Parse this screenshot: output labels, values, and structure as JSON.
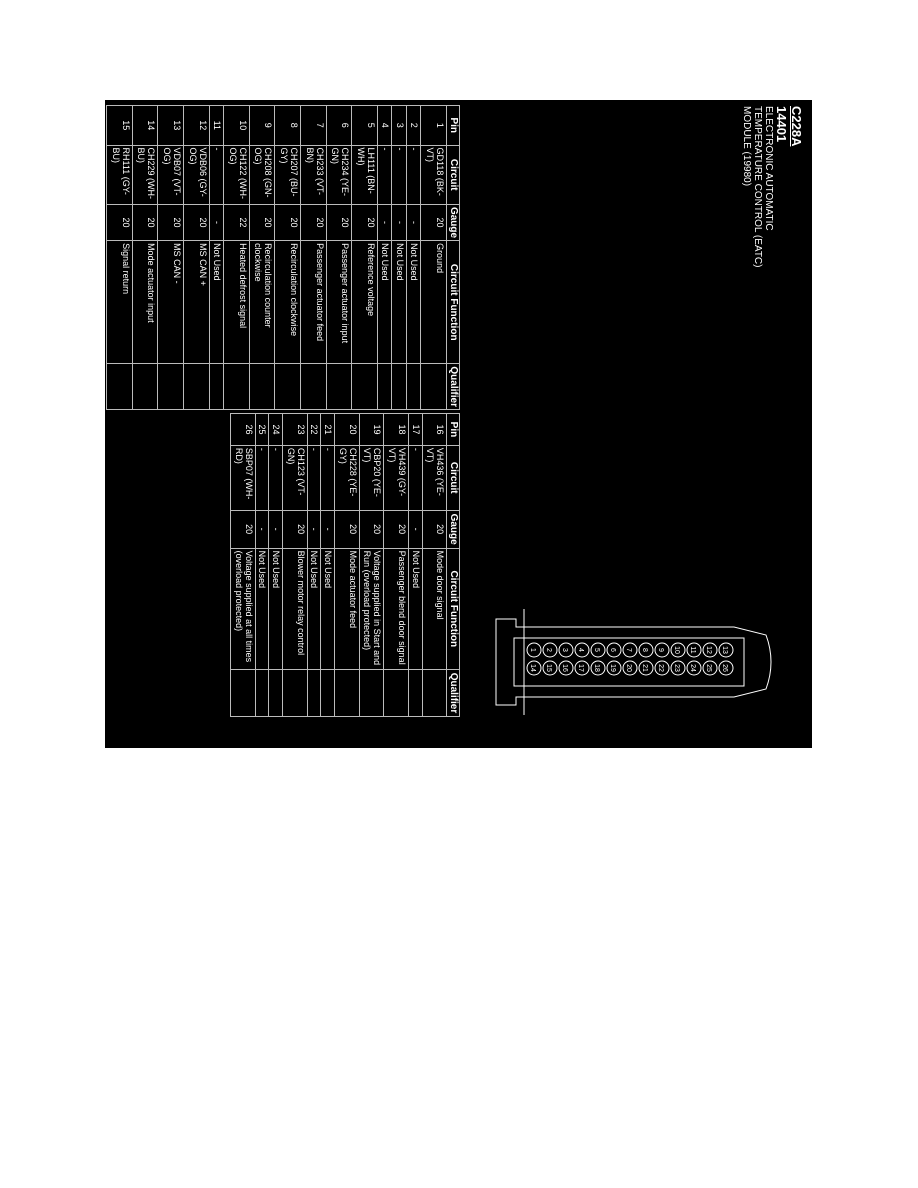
{
  "header": {
    "connector": "C228A",
    "part": "14401",
    "description_lines": [
      "ELECTRONIC AUTOMATIC",
      "TEMPERATURE CONTROL (EATC)",
      "MODULE (19980)"
    ]
  },
  "columns": [
    "Pin",
    "Circuit",
    "Gauge",
    "Circuit Function",
    "Qualifier"
  ],
  "table1": [
    {
      "pin": "1",
      "circuit": "GD118 (BK-VT)",
      "gauge": "20",
      "function": "Ground",
      "qualifier": ""
    },
    {
      "pin": "2",
      "circuit": "-",
      "gauge": "-",
      "function": "Not Used",
      "qualifier": ""
    },
    {
      "pin": "3",
      "circuit": "-",
      "gauge": "-",
      "function": "Not Used",
      "qualifier": ""
    },
    {
      "pin": "4",
      "circuit": "-",
      "gauge": "-",
      "function": "Not Used",
      "qualifier": ""
    },
    {
      "pin": "5",
      "circuit": "LH111 (BN-WH)",
      "gauge": "20",
      "function": "Reference voltage",
      "qualifier": ""
    },
    {
      "pin": "6",
      "circuit": "CH234 (YE-GN)",
      "gauge": "20",
      "function": "Passenger actuator input",
      "qualifier": ""
    },
    {
      "pin": "7",
      "circuit": "CH233 (VT-BN)",
      "gauge": "20",
      "function": "Passenger actuator feed",
      "qualifier": ""
    },
    {
      "pin": "8",
      "circuit": "CH207 (BU-GY)",
      "gauge": "20",
      "function": "Recirculation clockwise",
      "qualifier": ""
    },
    {
      "pin": "9",
      "circuit": "CH208 (GN-OG)",
      "gauge": "20",
      "function": "Recirculation counter clockwise",
      "qualifier": ""
    },
    {
      "pin": "10",
      "circuit": "CH122 (WH-OG)",
      "gauge": "22",
      "function": "Heated defrost signal",
      "qualifier": ""
    },
    {
      "pin": "11",
      "circuit": "-",
      "gauge": "-",
      "function": "Not Used",
      "qualifier": ""
    },
    {
      "pin": "12",
      "circuit": "VDB06 (GY-OG)",
      "gauge": "20",
      "function": "MS CAN +",
      "qualifier": ""
    },
    {
      "pin": "13",
      "circuit": "VDB07 (VT-OG)",
      "gauge": "20",
      "function": "MS CAN -",
      "qualifier": ""
    },
    {
      "pin": "14",
      "circuit": "CH229 (WH-BU)",
      "gauge": "20",
      "function": "Mode actuator input",
      "qualifier": ""
    },
    {
      "pin": "15",
      "circuit": "RH111 (GY-BU)",
      "gauge": "20",
      "function": "Signal return",
      "qualifier": ""
    }
  ],
  "table2": [
    {
      "pin": "16",
      "circuit": "VH436 (YE-VT)",
      "gauge": "20",
      "function": "Mode door signal",
      "qualifier": ""
    },
    {
      "pin": "17",
      "circuit": "-",
      "gauge": "-",
      "function": "Not Used",
      "qualifier": ""
    },
    {
      "pin": "18",
      "circuit": "VH439 (GY-VT)",
      "gauge": "20",
      "function": "Passenger blend door signal",
      "qualifier": ""
    },
    {
      "pin": "19",
      "circuit": "CBP20 (YE-VT)",
      "gauge": "20",
      "function": "Voltage supplied in Start and Run (overload protected)",
      "qualifier": ""
    },
    {
      "pin": "20",
      "circuit": "CH228 (YE-GY)",
      "gauge": "20",
      "function": "Mode actuator feed",
      "qualifier": ""
    },
    {
      "pin": "21",
      "circuit": "-",
      "gauge": "-",
      "function": "Not Used",
      "qualifier": ""
    },
    {
      "pin": "22",
      "circuit": "-",
      "gauge": "-",
      "function": "Not Used",
      "qualifier": ""
    },
    {
      "pin": "23",
      "circuit": "CH123 (VT-GN)",
      "gauge": "20",
      "function": "Blower motor relay control",
      "qualifier": ""
    },
    {
      "pin": "24",
      "circuit": "-",
      "gauge": "-",
      "function": "Not Used",
      "qualifier": ""
    },
    {
      "pin": "25",
      "circuit": "-",
      "gauge": "-",
      "function": "Not Used",
      "qualifier": ""
    },
    {
      "pin": "26",
      "circuit": "SBP07 (WH-RD)",
      "gauge": "20",
      "function": "Voltage supplied at all times (overload protected)",
      "qualifier": ""
    }
  ],
  "connector_pins": [
    "1",
    "2",
    "3",
    "4",
    "5",
    "6",
    "7",
    "8",
    "9",
    "10",
    "11",
    "12",
    "13",
    "14",
    "15",
    "16",
    "17",
    "18",
    "19",
    "20",
    "21",
    "22",
    "23",
    "24",
    "25",
    "26"
  ]
}
